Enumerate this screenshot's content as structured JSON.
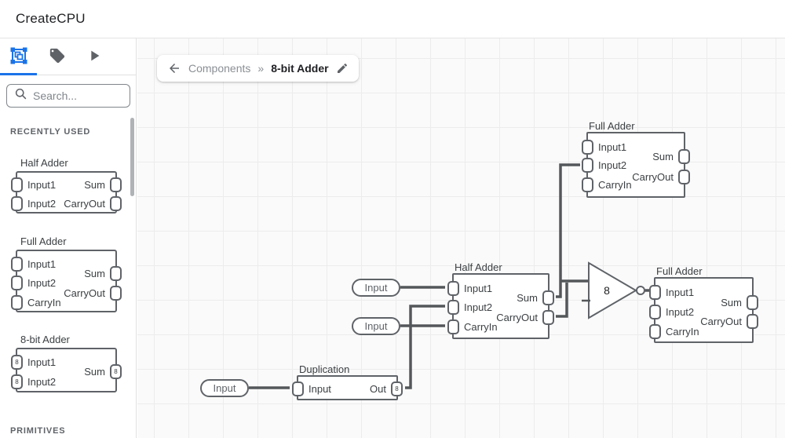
{
  "header": {
    "title": "CreateCPU"
  },
  "colors": {
    "accent": "#1a73e8",
    "wire": "#54575a",
    "outline": "#5f6368",
    "canvas_bg": "#fafafa"
  },
  "sidebar": {
    "search_placeholder": "Search...",
    "section_recent": "RECENTLY USED",
    "section_primitives": "PRIMITIVES",
    "cards": [
      {
        "title": "Half Adder",
        "ports_left": [
          "Input1",
          "Input2"
        ],
        "ports_right": [
          "Sum",
          "CarryOut"
        ]
      },
      {
        "title": "Full Adder",
        "ports_left": [
          "Input1",
          "Input2",
          "CarryIn"
        ],
        "ports_right": [
          "Sum",
          "CarryOut"
        ]
      },
      {
        "title": "8-bit Adder",
        "ports_left": [
          "Input1",
          "Input2"
        ],
        "ports_right": [
          "Sum"
        ],
        "bus_width": "8"
      }
    ]
  },
  "breadcrumb": {
    "parent": "Components",
    "separator": "»",
    "current": "8-bit Adder"
  },
  "canvas": {
    "inputs": [
      "Input",
      "Input",
      "Input"
    ],
    "blocks": [
      {
        "title": "Full Adder",
        "ports_left": [
          "Input1",
          "Input2",
          "CarryIn"
        ],
        "ports_right": [
          "Sum",
          "CarryOut"
        ]
      },
      {
        "title": "Half Adder",
        "ports_left": [
          "Input1",
          "Input2",
          "CarryIn"
        ],
        "ports_right": [
          "Sum",
          "CarryOut"
        ]
      },
      {
        "title": "Full Adder",
        "ports_left": [
          "Input1",
          "Input2",
          "CarryIn"
        ],
        "ports_right": [
          "Sum",
          "CarryOut"
        ]
      },
      {
        "title": "Duplication",
        "ports_left": [
          "Input"
        ],
        "ports_right": [
          "Out"
        ],
        "out_bus_width": "8"
      }
    ],
    "not_gate_label": "8"
  }
}
